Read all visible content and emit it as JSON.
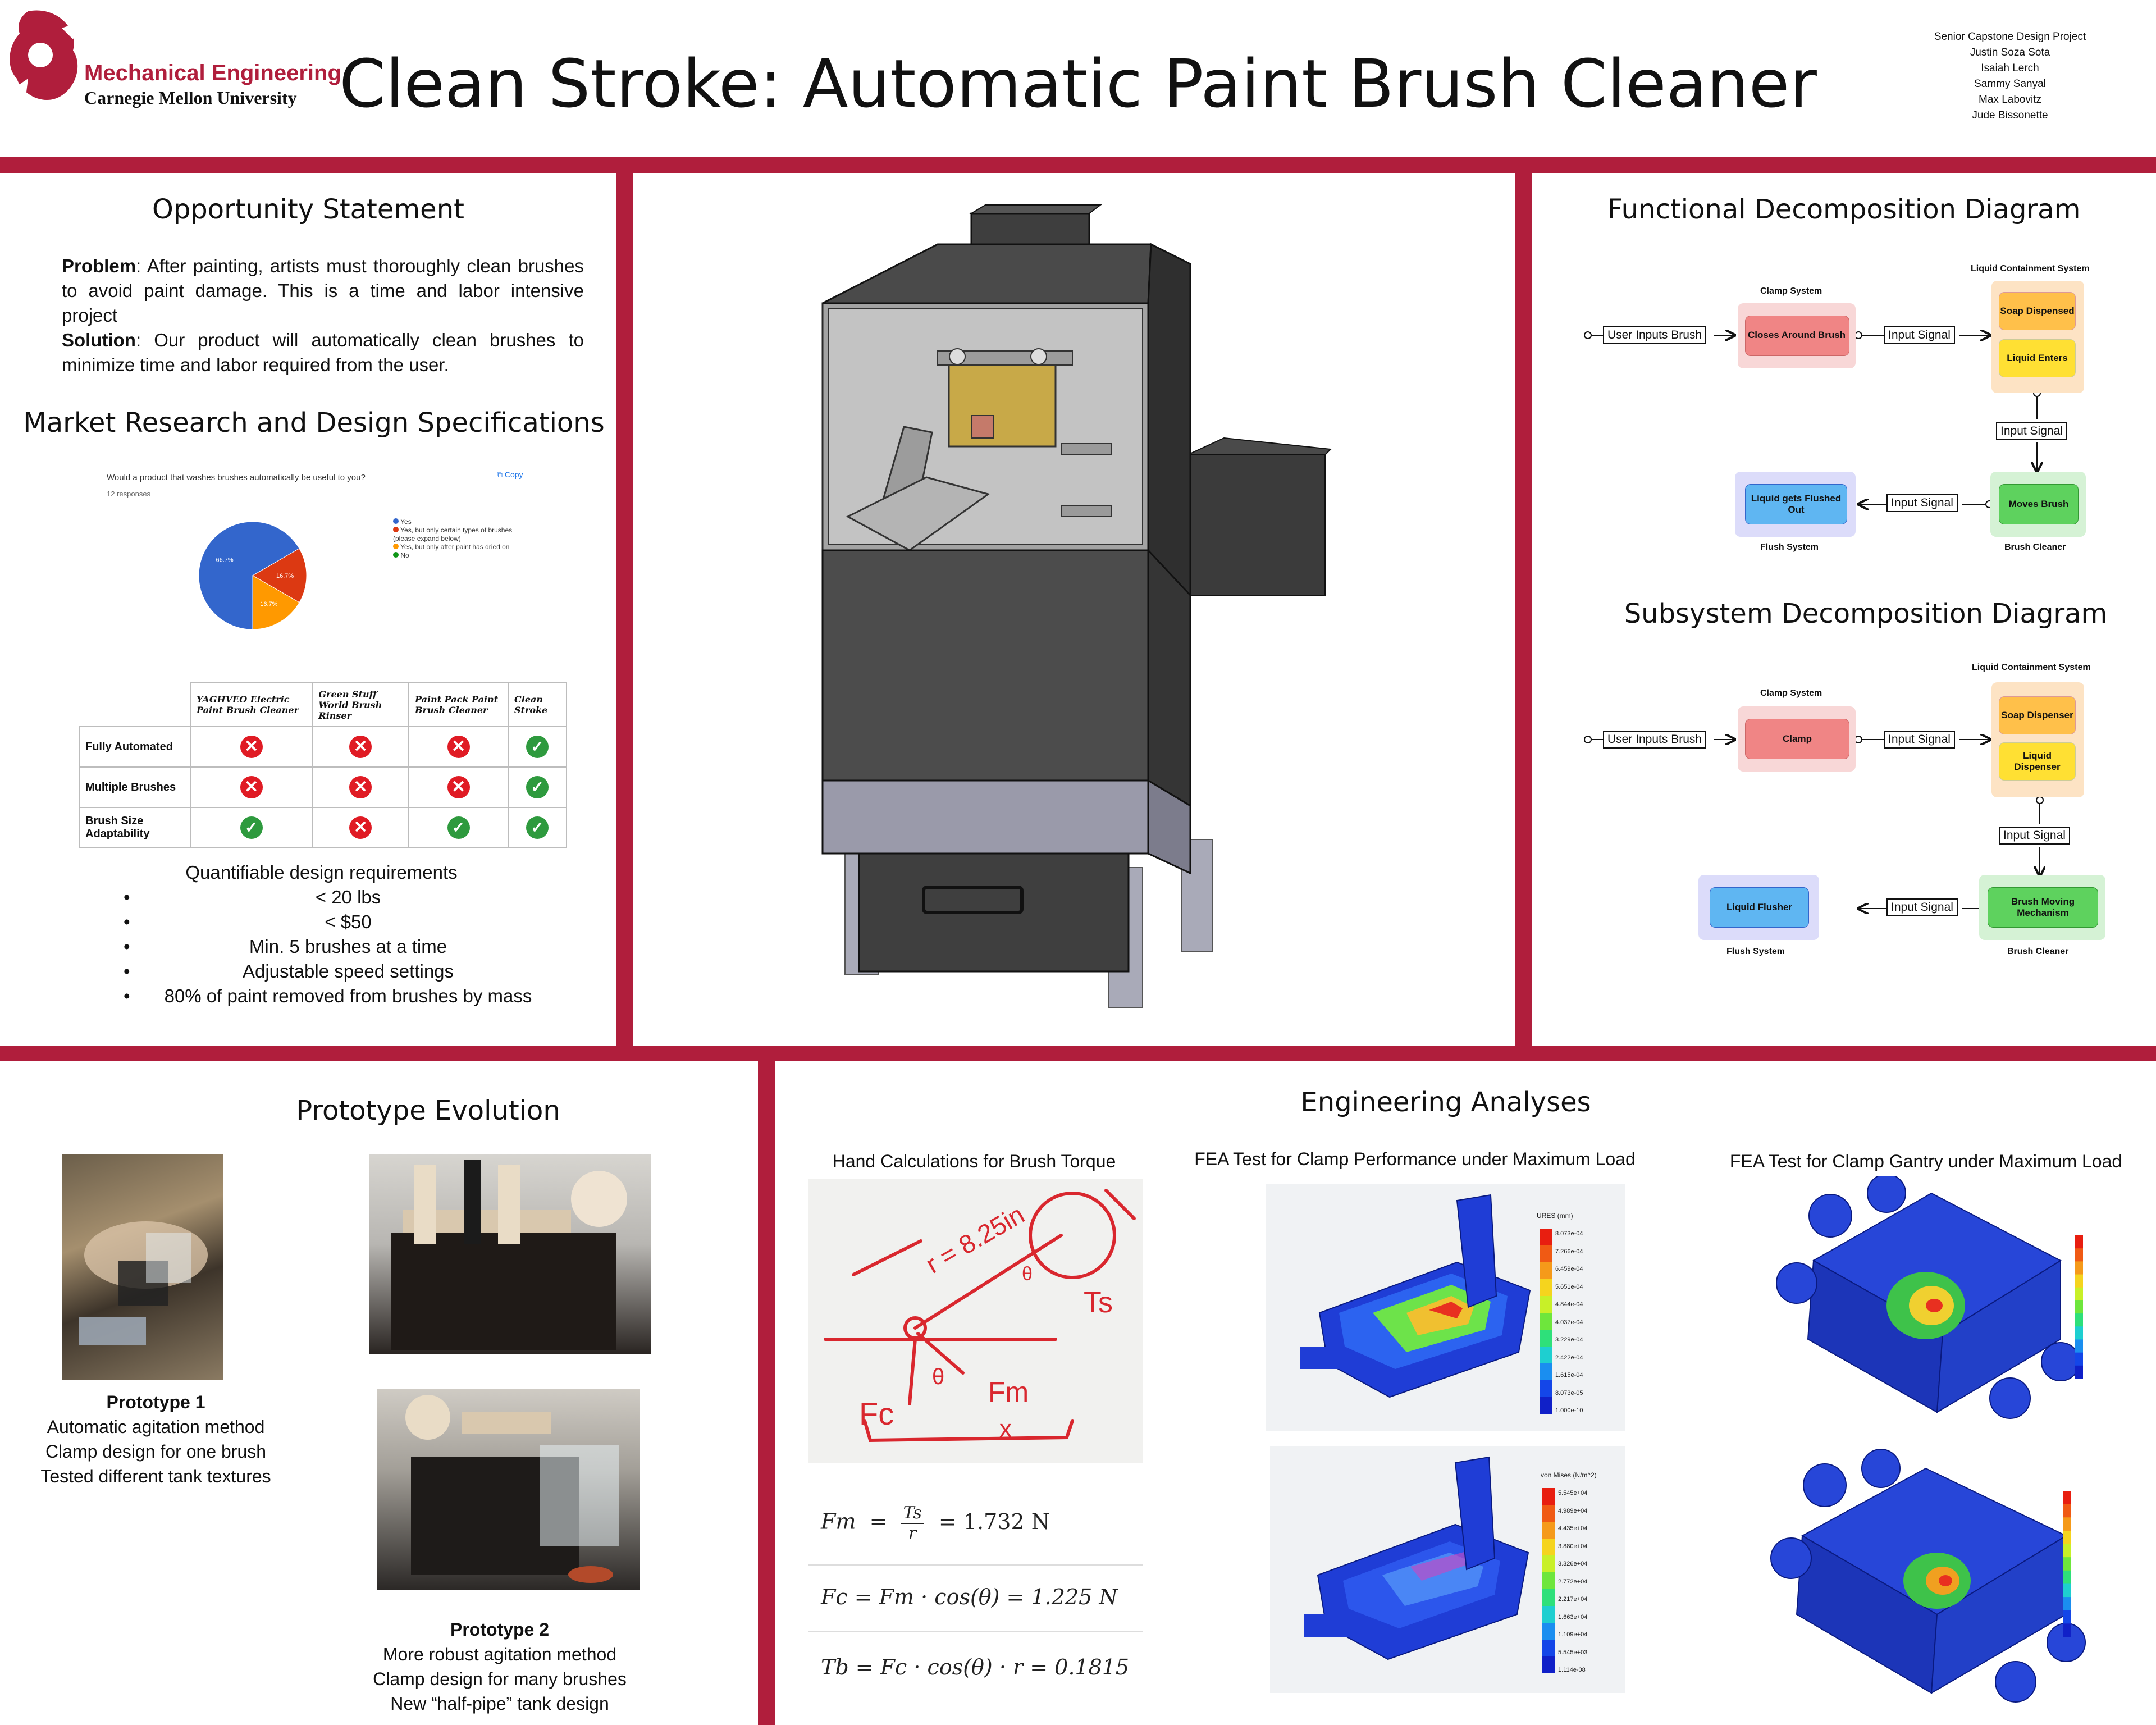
{
  "header": {
    "logo_line1": "Mechanical Engineering",
    "logo_line2": "Carnegie Mellon University",
    "title": "Clean Stroke: Automatic Paint Brush Cleaner",
    "credits": [
      "Senior Capstone Design Project",
      "Justin Soza Sota",
      "Isaiah Lerch",
      "Sammy Sanyal",
      "Max Labovitz",
      "Jude Bissonette"
    ]
  },
  "opportunity": {
    "title": "Opportunity Statement",
    "problem_label": "Problem",
    "problem_text": ": After painting, artists must thoroughly clean brushes to avoid paint damage. This is a time and labor intensive project",
    "solution_label": "Solution",
    "solution_text": ": Our product will automatically clean brushes to minimize time and labor required from the user."
  },
  "market": {
    "title": "Market Research and Design Specifications",
    "survey_question": "Would a product that washes brushes automatically be useful to you?",
    "survey_responses": "12 responses",
    "copy_label": "Copy",
    "legend": [
      {
        "label": "Yes",
        "color": "#3366cc"
      },
      {
        "label": "Yes, but only certain types of brushes (please expand below)",
        "color": "#dc3912"
      },
      {
        "label": "Yes, but only after paint has dried on",
        "color": "#ff9900"
      },
      {
        "label": "No",
        "color": "#109618"
      }
    ],
    "pie_labels": [
      "66.7%",
      "16.7%",
      "16.7%"
    ],
    "table": {
      "columns": [
        "YAGHVEO Electric Paint Brush Cleaner",
        "Green Stuff World Brush Rinser",
        "Paint Pack Paint Brush Cleaner",
        "Clean Stroke"
      ],
      "rows": [
        {
          "label": "Fully Automated",
          "cells": [
            "x",
            "x",
            "x",
            "check"
          ]
        },
        {
          "label": "Multiple Brushes",
          "cells": [
            "x",
            "x",
            "x",
            "check"
          ]
        },
        {
          "label": "Brush Size Adaptability",
          "cells": [
            "check",
            "x",
            "check",
            "check"
          ]
        }
      ]
    },
    "requirements_title": "Quantifiable design requirements",
    "requirements": [
      "< 20 lbs",
      "< $50",
      "Min. 5 brushes at a time",
      "Adjustable speed settings",
      "80% of paint removed from brushes by mass"
    ]
  },
  "chart_data": {
    "type": "pie",
    "title": "Would a product that washes brushes automatically be useful to you?",
    "categories": [
      "Yes",
      "Yes, but only certain types of brushes (please expand below)",
      "Yes, but only after paint has dried on",
      "No"
    ],
    "values": [
      66.7,
      16.7,
      16.7,
      0
    ],
    "legend": "right"
  },
  "functional": {
    "title": "Functional Decomposition Diagram",
    "user_input": "User Inputs Brush",
    "signal": "Input Signal",
    "clamp_system": "Clamp System",
    "clamp_box": "Closes Around Brush",
    "liquid_system": "Liquid Containment System",
    "soap_box": "Soap Dispensed",
    "liquid_box": "Liquid Enters",
    "moves_box": "Moves Brush",
    "brush_cleaner": "Brush Cleaner",
    "flush_box": "Liquid gets Flushed Out",
    "flush_system": "Flush System"
  },
  "subsystem": {
    "title": "Subsystem Decomposition Diagram",
    "user_input": "User Inputs Brush",
    "signal": "Input Signal",
    "clamp_system": "Clamp System",
    "clamp_box": "Clamp",
    "liquid_system": "Liquid Containment System",
    "soap_box": "Soap Dispenser",
    "liquid_box": "Liquid Dispenser",
    "moves_box": "Brush Moving Mechanism",
    "brush_cleaner": "Brush Cleaner",
    "flush_box": "Liquid Flusher",
    "flush_system": "Flush System"
  },
  "prototype": {
    "title": "Prototype Evolution",
    "p1_title": "Prototype 1",
    "p1_lines": [
      "Automatic agitation method",
      "Clamp design for one brush",
      "Tested different tank textures"
    ],
    "p2_title": "Prototype 2",
    "p2_lines": [
      "More robust agitation method",
      "Clamp design for many brushes",
      "New “half-pipe” tank design"
    ]
  },
  "engineering": {
    "title": "Engineering Analyses",
    "hand_title": "Hand Calculations for Brush Torque",
    "fea1_title": "FEA Test for Clamp Performance under Maximum Load",
    "fea2_title": "FEA Test for Clamp Gantry under Maximum Load",
    "sketch": {
      "r": "r = 8.25in",
      "theta": "θ",
      "ts": "Ts",
      "fm": "Fm",
      "fc": "Fc",
      "x": "x"
    },
    "equations": [
      {
        "lhs": "Fm",
        "rhs": "= 1.732 N",
        "num": "Ts",
        "den": "r"
      },
      {
        "text": "Fc = Fm · cos(θ) = 1.225 N"
      },
      {
        "text": "Tb = Fc · cos(θ) · r = 0.1815"
      }
    ],
    "legend1_title": "URES (mm)",
    "legend1": [
      "8.073e-04",
      "7.266e-04",
      "6.459e-04",
      "5.651e-04",
      "4.844e-04",
      "4.037e-04",
      "3.229e-04",
      "2.422e-04",
      "1.615e-04",
      "8.073e-05",
      "1.000e-10"
    ],
    "legend2_title": "von Mises (N/m^2)",
    "legend2": [
      "5.545e+04",
      "4.989e+04",
      "4.435e+04",
      "3.880e+04",
      "3.326e+04",
      "2.772e+04",
      "2.217e+04",
      "1.663e+04",
      "1.109e+04",
      "5.545e+03",
      "1.114e-08"
    ]
  }
}
